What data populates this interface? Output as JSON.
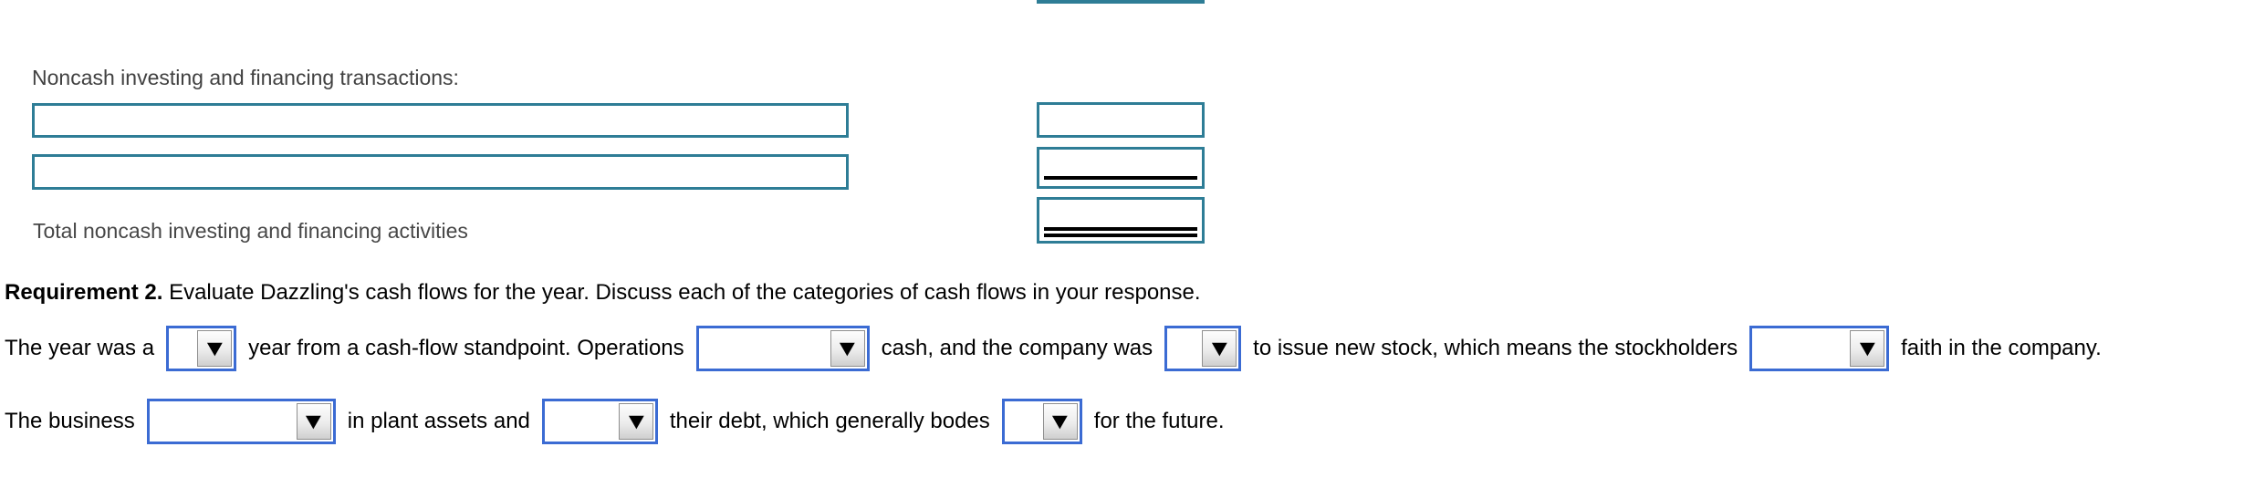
{
  "ui": {
    "colors": {
      "answer_box_border": "#2e7d96",
      "select_border": "#3b6bd3",
      "heading_text": "#414141",
      "body_text": "#000000",
      "rule_color": "#000000"
    },
    "dropdown_arrow_glyph": "▼"
  },
  "noncash_section": {
    "heading": "Noncash investing and financing transactions:",
    "description_inputs": [
      {
        "value": ""
      },
      {
        "value": ""
      }
    ],
    "amount_inputs": [
      {
        "value": "",
        "rule": "none"
      },
      {
        "value": "",
        "rule": "single"
      },
      {
        "value": "",
        "rule": "double"
      }
    ],
    "total_label": "Total noncash investing and financing activities"
  },
  "requirement": {
    "label": "Requirement 2.",
    "text": "Evaluate Dazzling's cash flows for the year. Discuss each of the categories of cash flows in your response."
  },
  "sentence1": {
    "part0": "The year was a",
    "part1": "year from a cash-flow standpoint. Operations",
    "part2": "cash, and the company was",
    "part3": "to issue new stock, which means the stockholders",
    "part4": "faith in the company.",
    "selects": [
      {
        "value": ""
      },
      {
        "value": ""
      },
      {
        "value": ""
      },
      {
        "value": ""
      }
    ]
  },
  "sentence2": {
    "part0": "The business",
    "part1": "in plant assets and",
    "part2": "their debt, which generally bodes",
    "part3": "for the future.",
    "selects": [
      {
        "value": ""
      },
      {
        "value": ""
      },
      {
        "value": ""
      }
    ]
  }
}
